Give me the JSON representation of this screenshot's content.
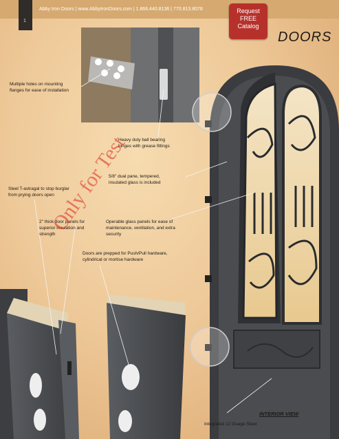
{
  "page": {
    "number": "1"
  },
  "header": {
    "contact": "Abby Iron Doors | www.AbbyIronDoors.com | 1.866.440.8136 | 770.813.8078"
  },
  "catalog": {
    "line1": "Request",
    "line2": "FREE",
    "line3": "Catalog"
  },
  "title": "DOORS",
  "callouts": {
    "holes": [
      "Multiple holes on mounting",
      "flanges for ease of installation"
    ],
    "hinges": [
      "Heavy duty ball bearing",
      "hinges with grease fittings"
    ],
    "glass": [
      "5/8\" dual pane, tempered,",
      "insulated glass is included"
    ],
    "astragal": [
      "Steel T-astragal to stop burglar",
      "from prying doors open"
    ],
    "panels": [
      "2\" thick door panels for",
      "superior insulation and",
      "strength"
    ],
    "operable": [
      "Operable glass panels for ease of",
      "maintenance, ventilation, and extra",
      "security"
    ],
    "hardware": [
      "Doors are prepped for Push/Pull hardware,",
      "cylindrical or mortise hardware"
    ]
  },
  "interior_label": "INTERIOR VIEW",
  "steel_label": "Integrated 12 Guage Steel",
  "watermark": "Only for Test",
  "colors": {
    "catalog_bg": "#b7312b",
    "door": "#3b3d40",
    "paper": "#eec898"
  }
}
